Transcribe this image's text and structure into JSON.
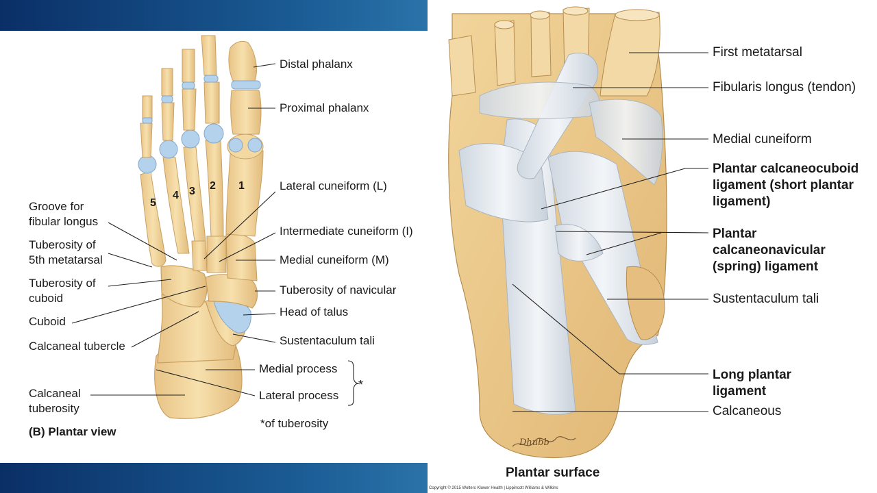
{
  "left_figure": {
    "toe_numbers": [
      "1",
      "2",
      "3",
      "4",
      "5"
    ],
    "labels": {
      "distal_phalanx": "Distal phalanx",
      "proximal_phalanx": "Proximal phalanx",
      "lateral_cuneiform": "Lateral cuneiform (L)",
      "intermediate_cuneiform": "Intermediate cuneiform (I)",
      "medial_cuneiform": "Medial cuneiform (M)",
      "tuberosity_navicular": "Tuberosity of navicular",
      "head_talus": "Head of talus",
      "sustentaculum_tali": "Sustentaculum tali",
      "medial_process": "Medial process",
      "lateral_process": "Lateral process",
      "asterisk": "*",
      "of_tuberosity": "*of tuberosity",
      "groove_line1": "Groove for",
      "groove_line2": "fibular longus",
      "tub5_line1": "Tuberosity of",
      "tub5_line2": "5th metatarsal",
      "tubcub_line1": "Tuberosity of",
      "tubcub_line2": "cuboid",
      "cuboid": "Cuboid",
      "calcaneal_tubercle": "Calcaneal tubercle",
      "calc_tub_line1": "Calcaneal",
      "calc_tub_line2": "tuberosity"
    },
    "caption": "(B) Plantar view"
  },
  "right_figure": {
    "labels": {
      "first_metatarsal": "First metatarsal",
      "fibularis_longus": "Fibularis longus (tendon)",
      "medial_cuneiform": "Medial cuneiform",
      "pcc_line1": "Plantar calcaneocuboid",
      "pcc_line2": "ligament (short plantar",
      "pcc_line3": "ligament)",
      "pcn_line1": "Plantar",
      "pcn_line2": "calcaneonavicular",
      "pcn_line3": "(spring) ligament",
      "sustentaculum_tali": "Sustentaculum tali",
      "lpl_line1": "Long plantar",
      "lpl_line2": "ligament",
      "calcaneous": "Calcaneous"
    },
    "caption": "Plantar surface",
    "signature": "Dhubb",
    "copyright": "Copyright © 2015 Wolters Kluwer Health | Lippincott Williams & Wilkins"
  },
  "colors": {
    "band_dark": "#0a2f66",
    "band_light": "#2a73a9",
    "bone": "#f3d8a2",
    "bone_edge": "#c9a062",
    "cartilage": "#b4d2ec",
    "ligament": "#e4e9ef",
    "leader": "#222222"
  }
}
